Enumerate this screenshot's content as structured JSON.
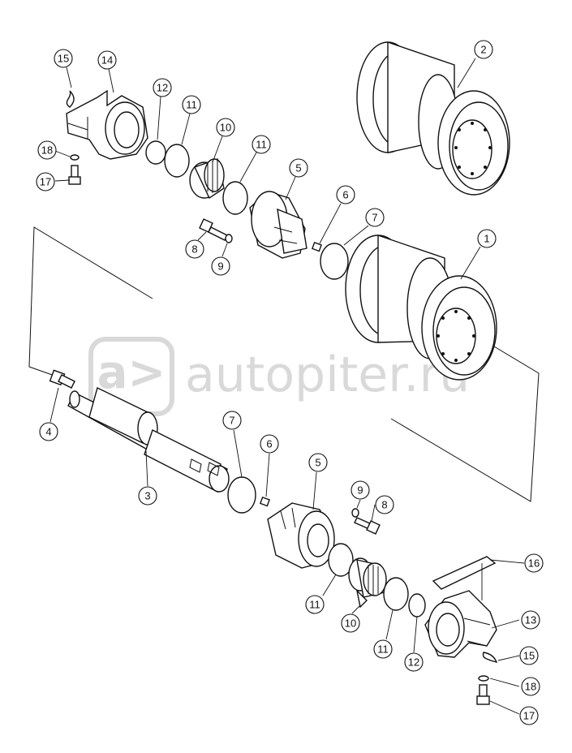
{
  "watermark": {
    "logo_letters": "a>",
    "text": "autopiter.ru",
    "color": "#d9d9d9"
  },
  "callouts": [
    {
      "id": "c15a",
      "label": "15"
    },
    {
      "id": "c14",
      "label": "14"
    },
    {
      "id": "c12a",
      "label": "12"
    },
    {
      "id": "c11a",
      "label": "11"
    },
    {
      "id": "c10a",
      "label": "10"
    },
    {
      "id": "c11b",
      "label": "11"
    },
    {
      "id": "c5a",
      "label": "5"
    },
    {
      "id": "c18a",
      "label": "18"
    },
    {
      "id": "c17a",
      "label": "17"
    },
    {
      "id": "c6a",
      "label": "6"
    },
    {
      "id": "c7a",
      "label": "7"
    },
    {
      "id": "c8a",
      "label": "8"
    },
    {
      "id": "c9a",
      "label": "9"
    },
    {
      "id": "c2",
      "label": "2"
    },
    {
      "id": "c1",
      "label": "1"
    },
    {
      "id": "c4",
      "label": "4"
    },
    {
      "id": "c3",
      "label": "3"
    },
    {
      "id": "c7b",
      "label": "7"
    },
    {
      "id": "c6b",
      "label": "6"
    },
    {
      "id": "c5b",
      "label": "5"
    },
    {
      "id": "c9b",
      "label": "9"
    },
    {
      "id": "c8b",
      "label": "8"
    },
    {
      "id": "c11c",
      "label": "11"
    },
    {
      "id": "c10b",
      "label": "10"
    },
    {
      "id": "c11d",
      "label": "11"
    },
    {
      "id": "c12b",
      "label": "12"
    },
    {
      "id": "c16",
      "label": "16"
    },
    {
      "id": "c13",
      "label": "13"
    },
    {
      "id": "c15b",
      "label": "15"
    },
    {
      "id": "c18b",
      "label": "18"
    },
    {
      "id": "c17b",
      "label": "17"
    }
  ]
}
